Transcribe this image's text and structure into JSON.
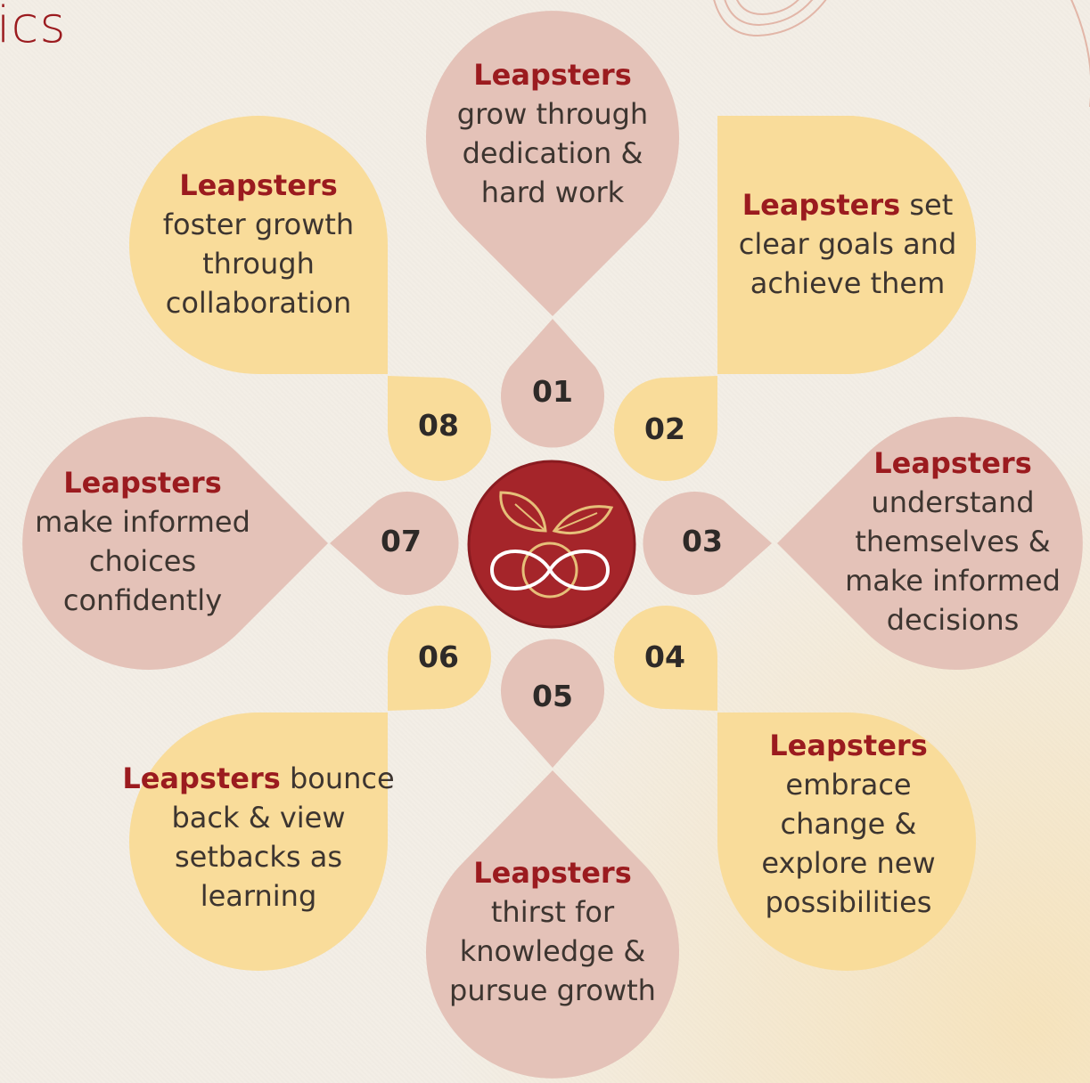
{
  "header": {
    "title_fragment": "ics"
  },
  "colors": {
    "pink": "#e4c2b8",
    "yellow": "#f9dc9a",
    "brand_red": "#9b1b1f",
    "gold": "#e6bf79"
  },
  "center": {
    "icon": "apple-infinity-logo-icon"
  },
  "petals": [
    {
      "number": "01",
      "lead": "Leapsters",
      "text": "grow through dedication & hard work"
    },
    {
      "number": "02",
      "lead": "Leapsters",
      "text": "set clear goals and achieve them"
    },
    {
      "number": "03",
      "lead": "Leapsters",
      "text": "understand themselves & make informed decisions"
    },
    {
      "number": "04",
      "lead": "Leapsters",
      "text": "embrace change & explore new possibilities"
    },
    {
      "number": "05",
      "lead": "Leapsters",
      "text": "thirst for knowledge & pursue growth"
    },
    {
      "number": "06",
      "lead": "Leapsters",
      "text": "bounce back & view setbacks as learning"
    },
    {
      "number": "07",
      "lead": "Leapsters",
      "text": "make informed choices confidently"
    },
    {
      "number": "08",
      "lead": "Leapsters",
      "text": "foster growth through collaboration"
    }
  ]
}
